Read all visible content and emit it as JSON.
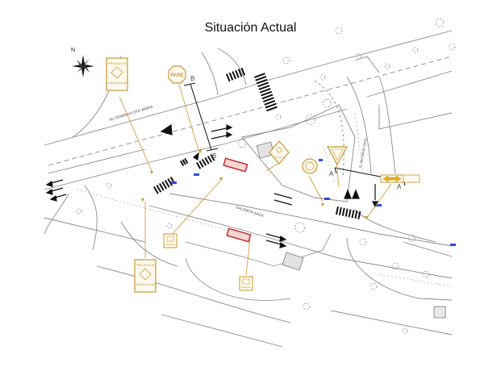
{
  "title": "Situación Actual",
  "north_label": "N",
  "streets": {
    "av_domingo": "AV. DOMINGO STA. MARIA",
    "salomon_sack": "SALOMON SACK",
    "avenue_right": "R. SALOMON SACK"
  },
  "section_marks": {
    "b": "B",
    "a": "A"
  },
  "signs": {
    "pare": "PARE",
    "zona_line1": "PRECAUCION",
    "zona_line2": "ZONA ESCOLAR",
    "paradero": "Paradero",
    "school": "SCHOOL"
  },
  "colors": {
    "sign": "#c8962e",
    "sign_fill": "#fffaf0",
    "road_line": "#9a9a9a",
    "curb": "#7a7a7a",
    "marking": "#111111",
    "red": "#d23b3b",
    "blue": "#2a4fd6",
    "arrow_sign": "#f2b300"
  }
}
